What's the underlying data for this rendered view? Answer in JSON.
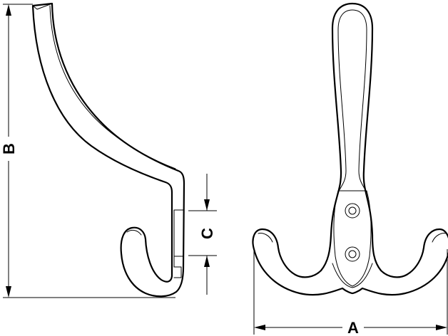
{
  "dimensions": {
    "a_label": "A",
    "b_label": "B",
    "c_label": "C"
  },
  "colors": {
    "line": "#000000",
    "background": "#ffffff"
  }
}
